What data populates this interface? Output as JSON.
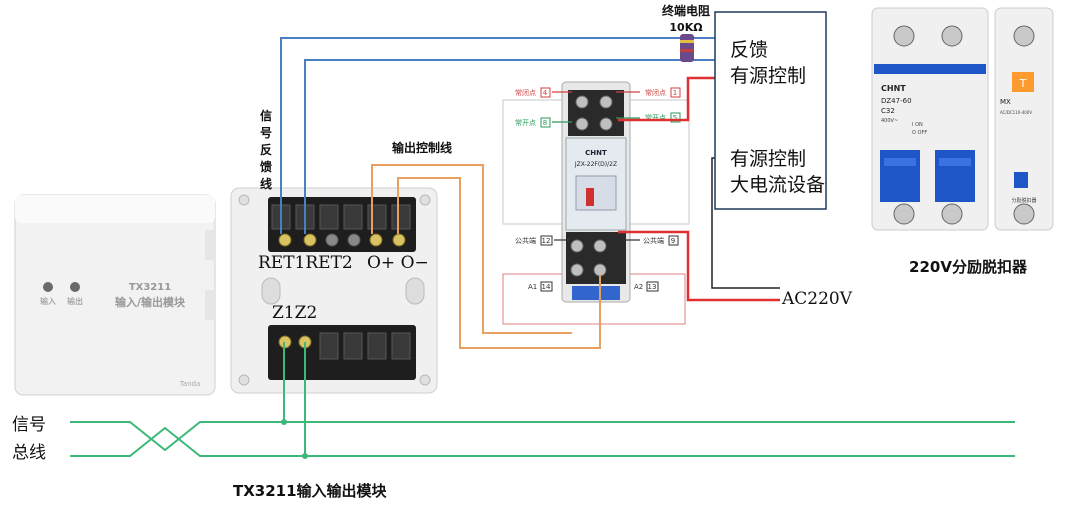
{
  "labels": {
    "resistor_title": "终端电阻",
    "resistor_value": "10KΩ",
    "feedback": "反馈",
    "active_control_1": "有源控制",
    "active_control_2": "有源控制",
    "high_current_device": "大电流设备",
    "ac220v": "AC220V",
    "breaker_caption": "220V分励脱扣器",
    "signal_feedback_line": [
      "信",
      "号",
      "反",
      "馈",
      "线"
    ],
    "output_control_line": "输出控制线",
    "terminal_ret": "RET1RET2",
    "terminal_out": "O+ O−",
    "terminal_z": "Z1Z2",
    "signal": "信号",
    "bus": "总线",
    "module_caption": "TX3211输入输出模块"
  },
  "module_front": {
    "model": "TX3211",
    "name": "输入/输出模块",
    "led_input": "输入",
    "led_output": "输出",
    "brand": "Tanda"
  },
  "relay": {
    "brand": "CHNT",
    "model": "JZX-22F(D)/2Z",
    "nc_left": "常闭点",
    "nc_left_num": "4",
    "nc_right": "常闭点",
    "nc_right_num": "1",
    "no_left": "常开点",
    "no_left_num": "8",
    "no_right": "常开点",
    "no_right_num": "5",
    "com_left": "公共端",
    "com_left_num": "12",
    "com_right": "公共端",
    "com_right_num": "9",
    "coil_left": "A1",
    "coil_left_num": "14",
    "coil_right": "A2",
    "coil_right_num": "13"
  },
  "breaker": {
    "brand": "CHNT",
    "model": "DZ47-60",
    "rating": "C32",
    "voltage": "400V~",
    "on": "I ON",
    "off": "O OFF",
    "aux_model": "MX",
    "aux_voltage": "AC/DC110-400V",
    "aux_name": "分励脱扣器"
  },
  "colors": {
    "blue_wire": "#4a7fc1",
    "orange_wire": "#e8a060",
    "red_wire": "#e03030",
    "green_bus": "#3cb878",
    "black_wire": "#222222",
    "device_border": "#1f3a5a",
    "breaker_blue": "#1e56c8"
  }
}
